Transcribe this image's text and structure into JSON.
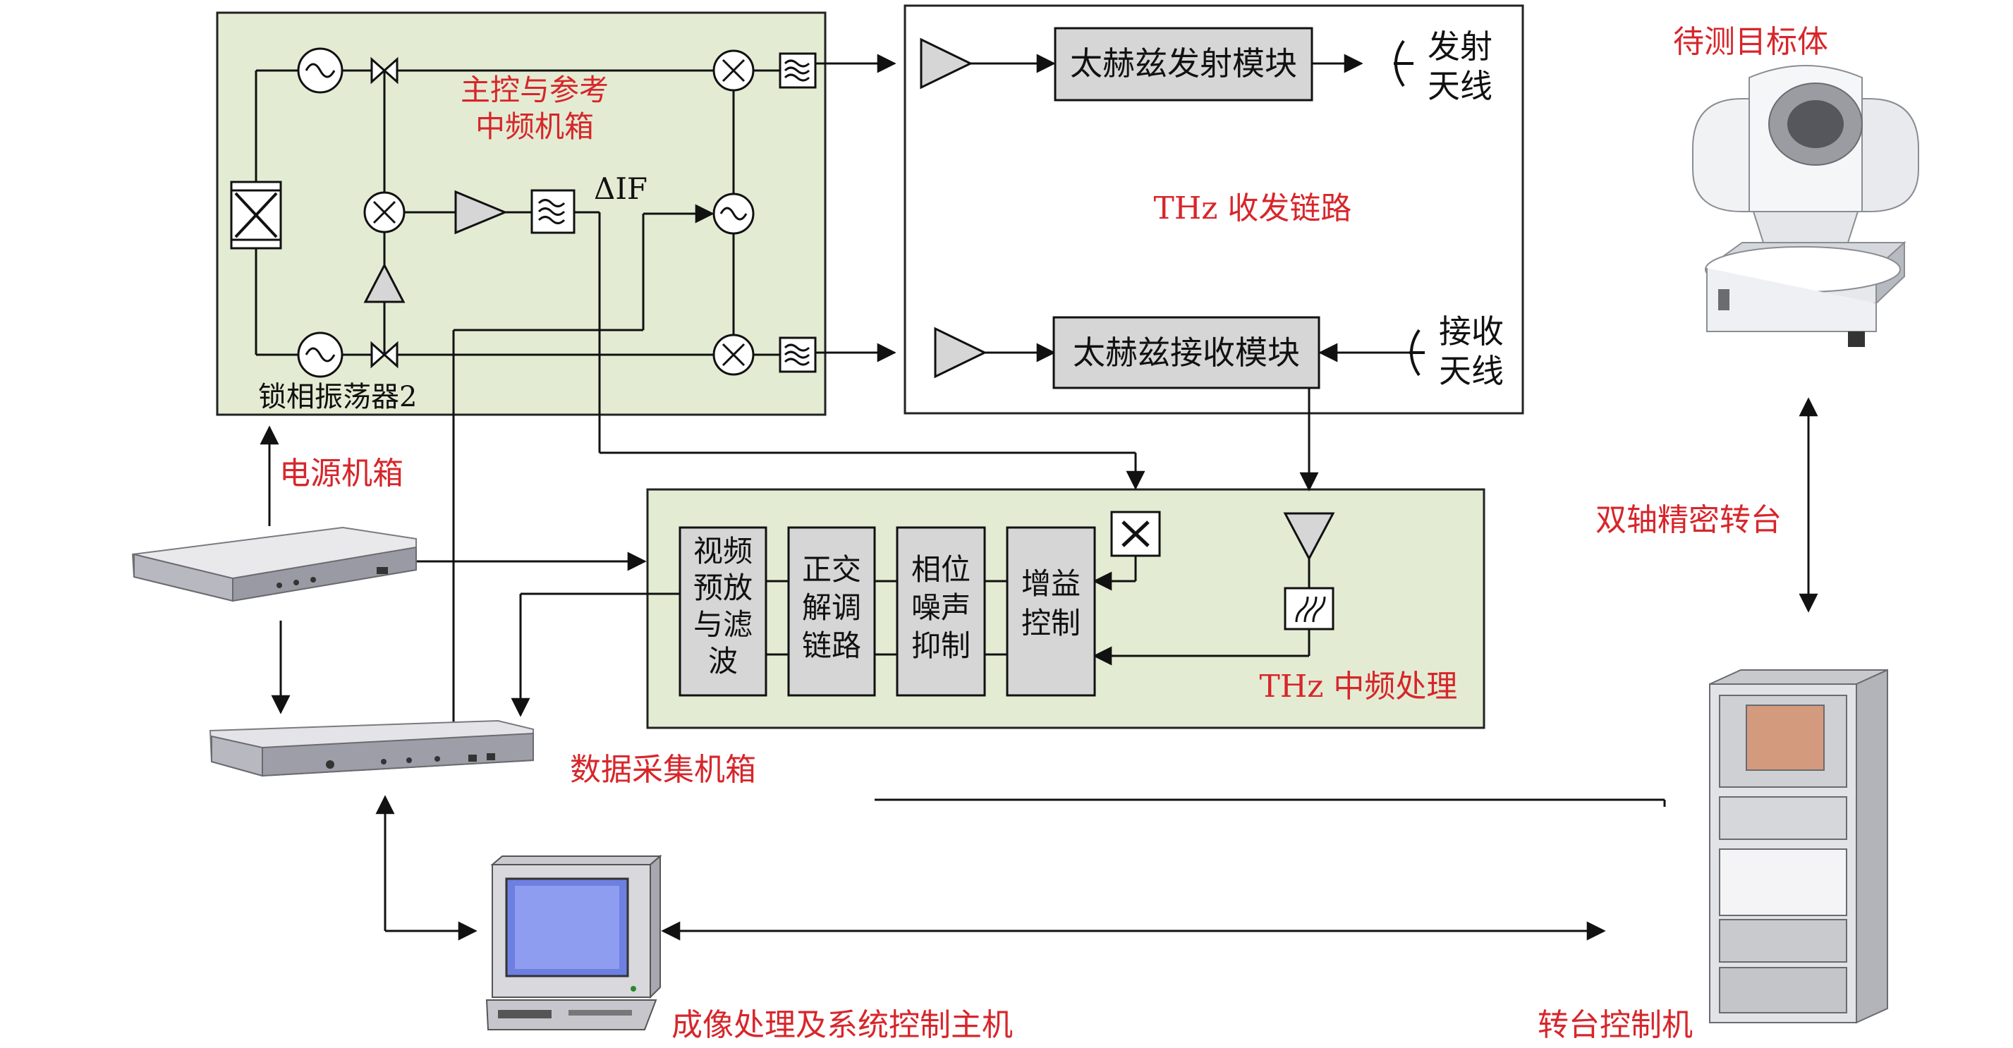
{
  "labels": {
    "master_box_line1": "主控与参考",
    "master_box_line2": "中频机箱",
    "pll2": "锁相振荡器2",
    "delta_if": "ΔIF",
    "thz_chain": "THz 收发链路",
    "tx_module": "太赫兹发射模块",
    "rx_module": "太赫兹接收模块",
    "tx_antenna_line1": "发射",
    "tx_antenna_line2": "天线",
    "rx_antenna_line1": "接收",
    "rx_antenna_line2": "天线",
    "power_box": "电源机箱",
    "daq_box": "数据采集机箱",
    "if_section": "THz 中频处理",
    "video_line1": "视频",
    "video_line2": "预放",
    "video_line3": "与滤",
    "video_line4": "波",
    "iq_line1": "正交",
    "iq_line2": "解调",
    "iq_line3": "链路",
    "phase_line1": "相位",
    "phase_line2": "噪声",
    "phase_line3": "抑制",
    "gain_line1": "增益",
    "gain_line2": "控制",
    "target": "待测目标体",
    "turntable": "双轴精密转台",
    "host": "成像处理及系统控制主机",
    "turntable_ctrl": "转台控制机"
  },
  "colors": {
    "green_panel": "#e3ecd3",
    "module_gray": "#d6d6d6",
    "label_red": "#d7262b",
    "line": "#111111"
  }
}
